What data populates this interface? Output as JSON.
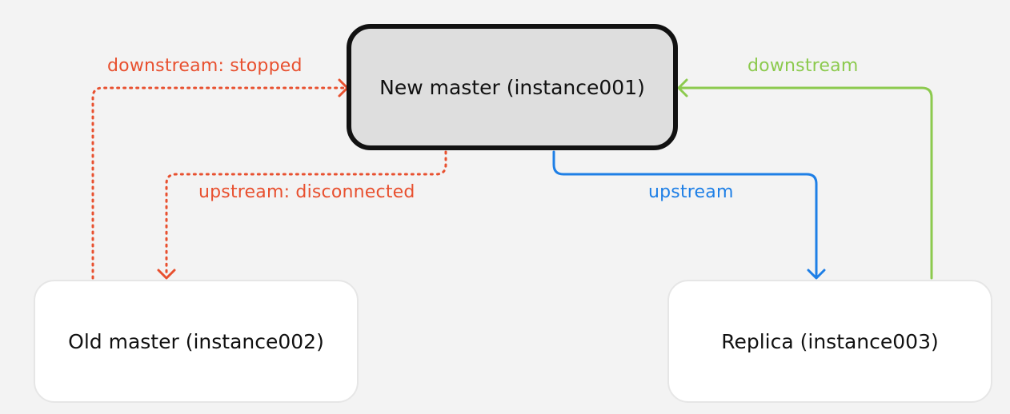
{
  "colors": {
    "background": "#f3f3f3",
    "failed_link": "#e8502f",
    "upstream_link": "#1e7fe6",
    "downstream_link": "#8cca4e",
    "primary_node_fill": "#dedede",
    "primary_node_border": "#111111",
    "node_fill": "#ffffff"
  },
  "nodes": {
    "new_master": "New master (instance001)",
    "old_master": "Old master (instance002)",
    "replica": "Replica (instance003)"
  },
  "edges": {
    "old_to_new": {
      "label": "downstream: stopped",
      "style": "dotted",
      "color": "failed_link"
    },
    "new_to_old": {
      "label": "upstream: disconnected",
      "style": "dotted",
      "color": "failed_link"
    },
    "new_to_replica": {
      "label": "upstream",
      "style": "solid",
      "color": "upstream_link"
    },
    "replica_to_new": {
      "label": "downstream",
      "style": "solid",
      "color": "downstream_link"
    }
  },
  "icons": {
    "arrowhead": "chevron-arrowhead-icon"
  }
}
